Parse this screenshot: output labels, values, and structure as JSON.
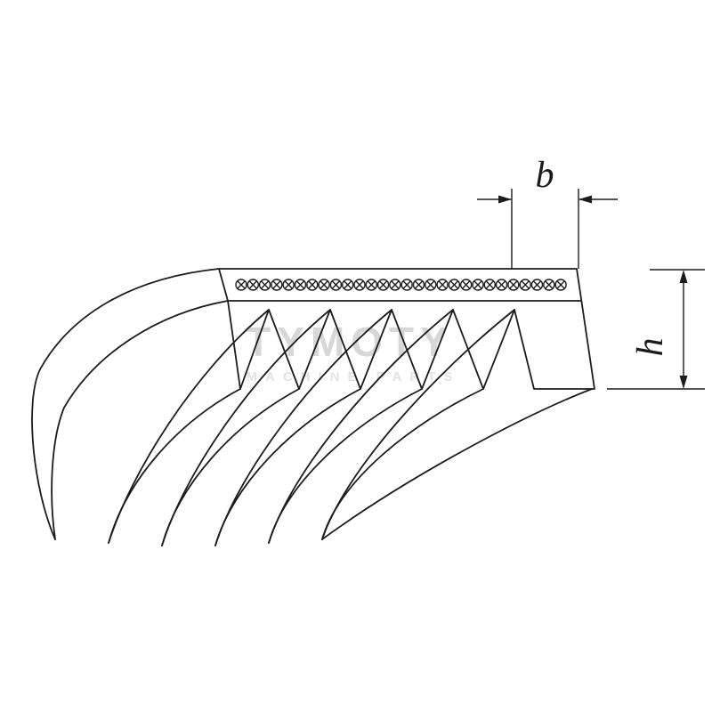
{
  "diagram": {
    "dimension_labels": {
      "b": "b",
      "h": "h"
    },
    "watermark": {
      "title": "TYMOTY",
      "subtitle": "MACHINE PARTS"
    },
    "colors": {
      "line": "#1c1c1c",
      "background": "#ffffff",
      "watermark_title": "#d7d7d7",
      "watermark_subtitle": "#e3e3e3"
    },
    "geometry": {
      "front_groove_count": 5,
      "bottom_rib_tip_count": 6,
      "crosshatch_symbol_count": 28
    }
  }
}
